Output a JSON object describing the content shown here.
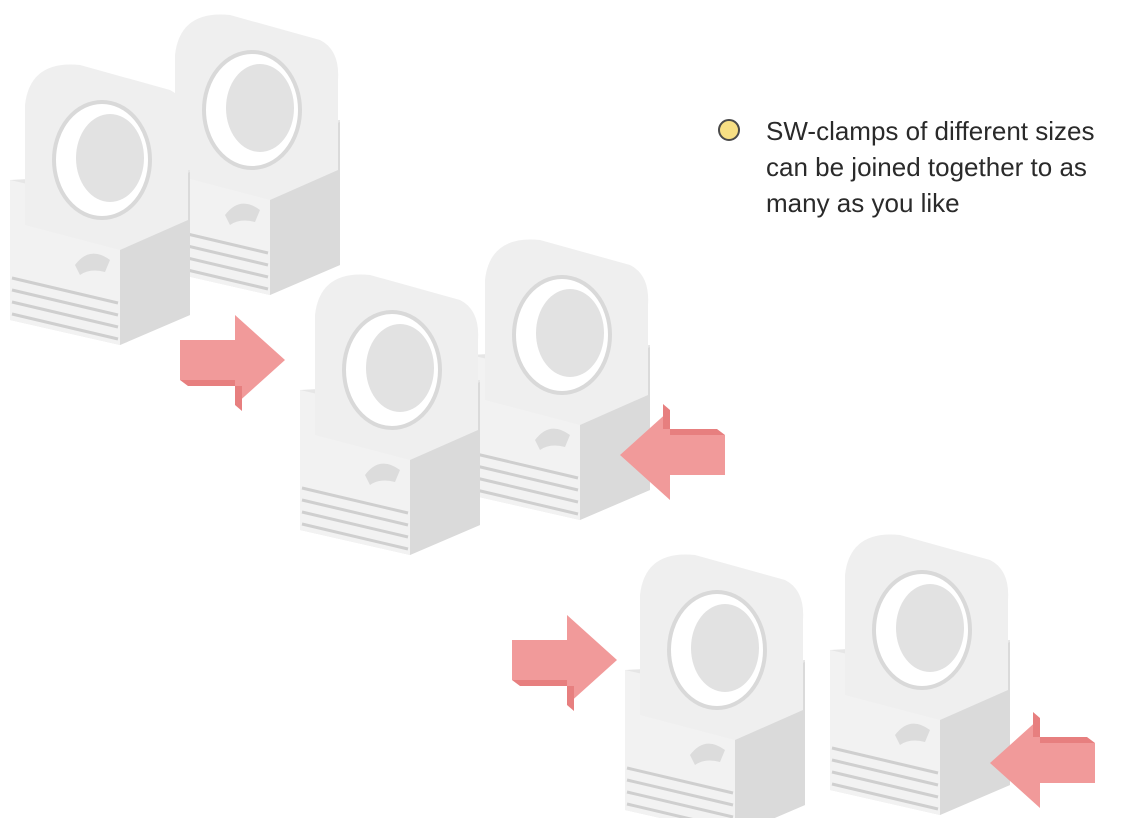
{
  "caption": {
    "bullet_color": "#f7df84",
    "text": "SW-clamps of different sizes\ncan be joined together to as\nmany as you like"
  },
  "colors": {
    "clamp_body": "#ededed",
    "clamp_shadow": "#d8d8d8",
    "arrow": "#f19a9a"
  },
  "icons": {
    "clamp": "pipe-clamp-icon",
    "arrow": "push-arrow-icon"
  },
  "illustration": {
    "joined_pair_count": 2,
    "rows": [
      {
        "label": "",
        "clamps": 2,
        "arrows": 0,
        "state": "joined"
      },
      {
        "label": "",
        "clamps": 2,
        "arrows": 2,
        "state": "joining"
      },
      {
        "label": "",
        "clamps": 2,
        "arrows": 2,
        "state": "separate"
      }
    ]
  }
}
